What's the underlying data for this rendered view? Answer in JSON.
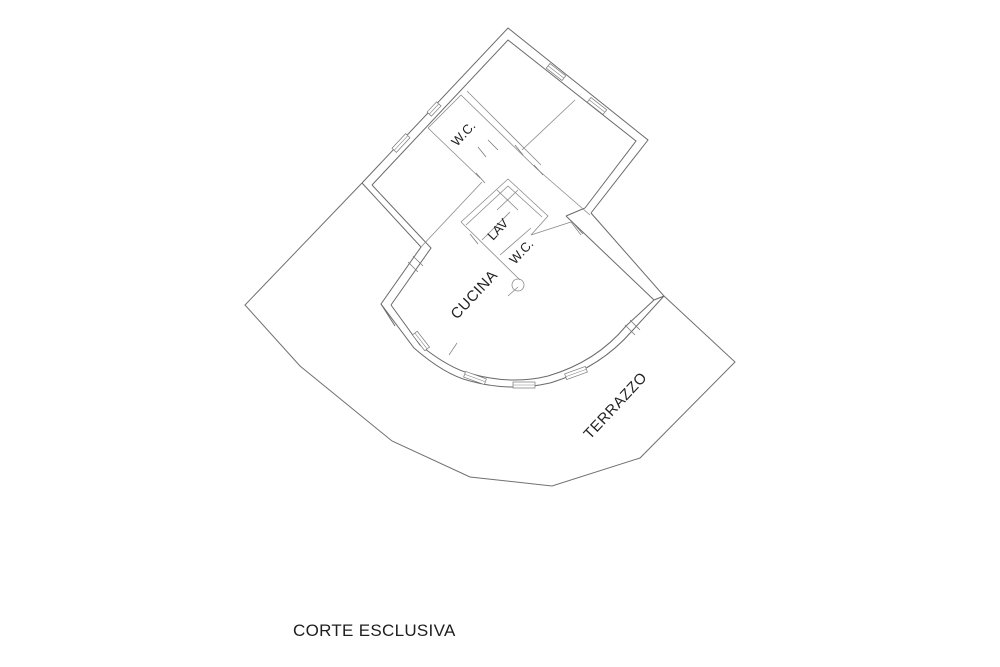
{
  "plan": {
    "rooms": [
      {
        "id": "wc-upper",
        "label": "W.C."
      },
      {
        "id": "lav",
        "label": "LAV"
      },
      {
        "id": "wc-lower",
        "label": "W.C."
      },
      {
        "id": "cucina",
        "label": "CUCINA"
      },
      {
        "id": "terrazzo",
        "label": "TERRAZZO"
      }
    ],
    "outdoor_area": {
      "label": "CORTE ESCLUSIVA"
    }
  },
  "colors": {
    "background": "#ffffff",
    "lines": "#6a6a6a",
    "text": "#222222"
  }
}
